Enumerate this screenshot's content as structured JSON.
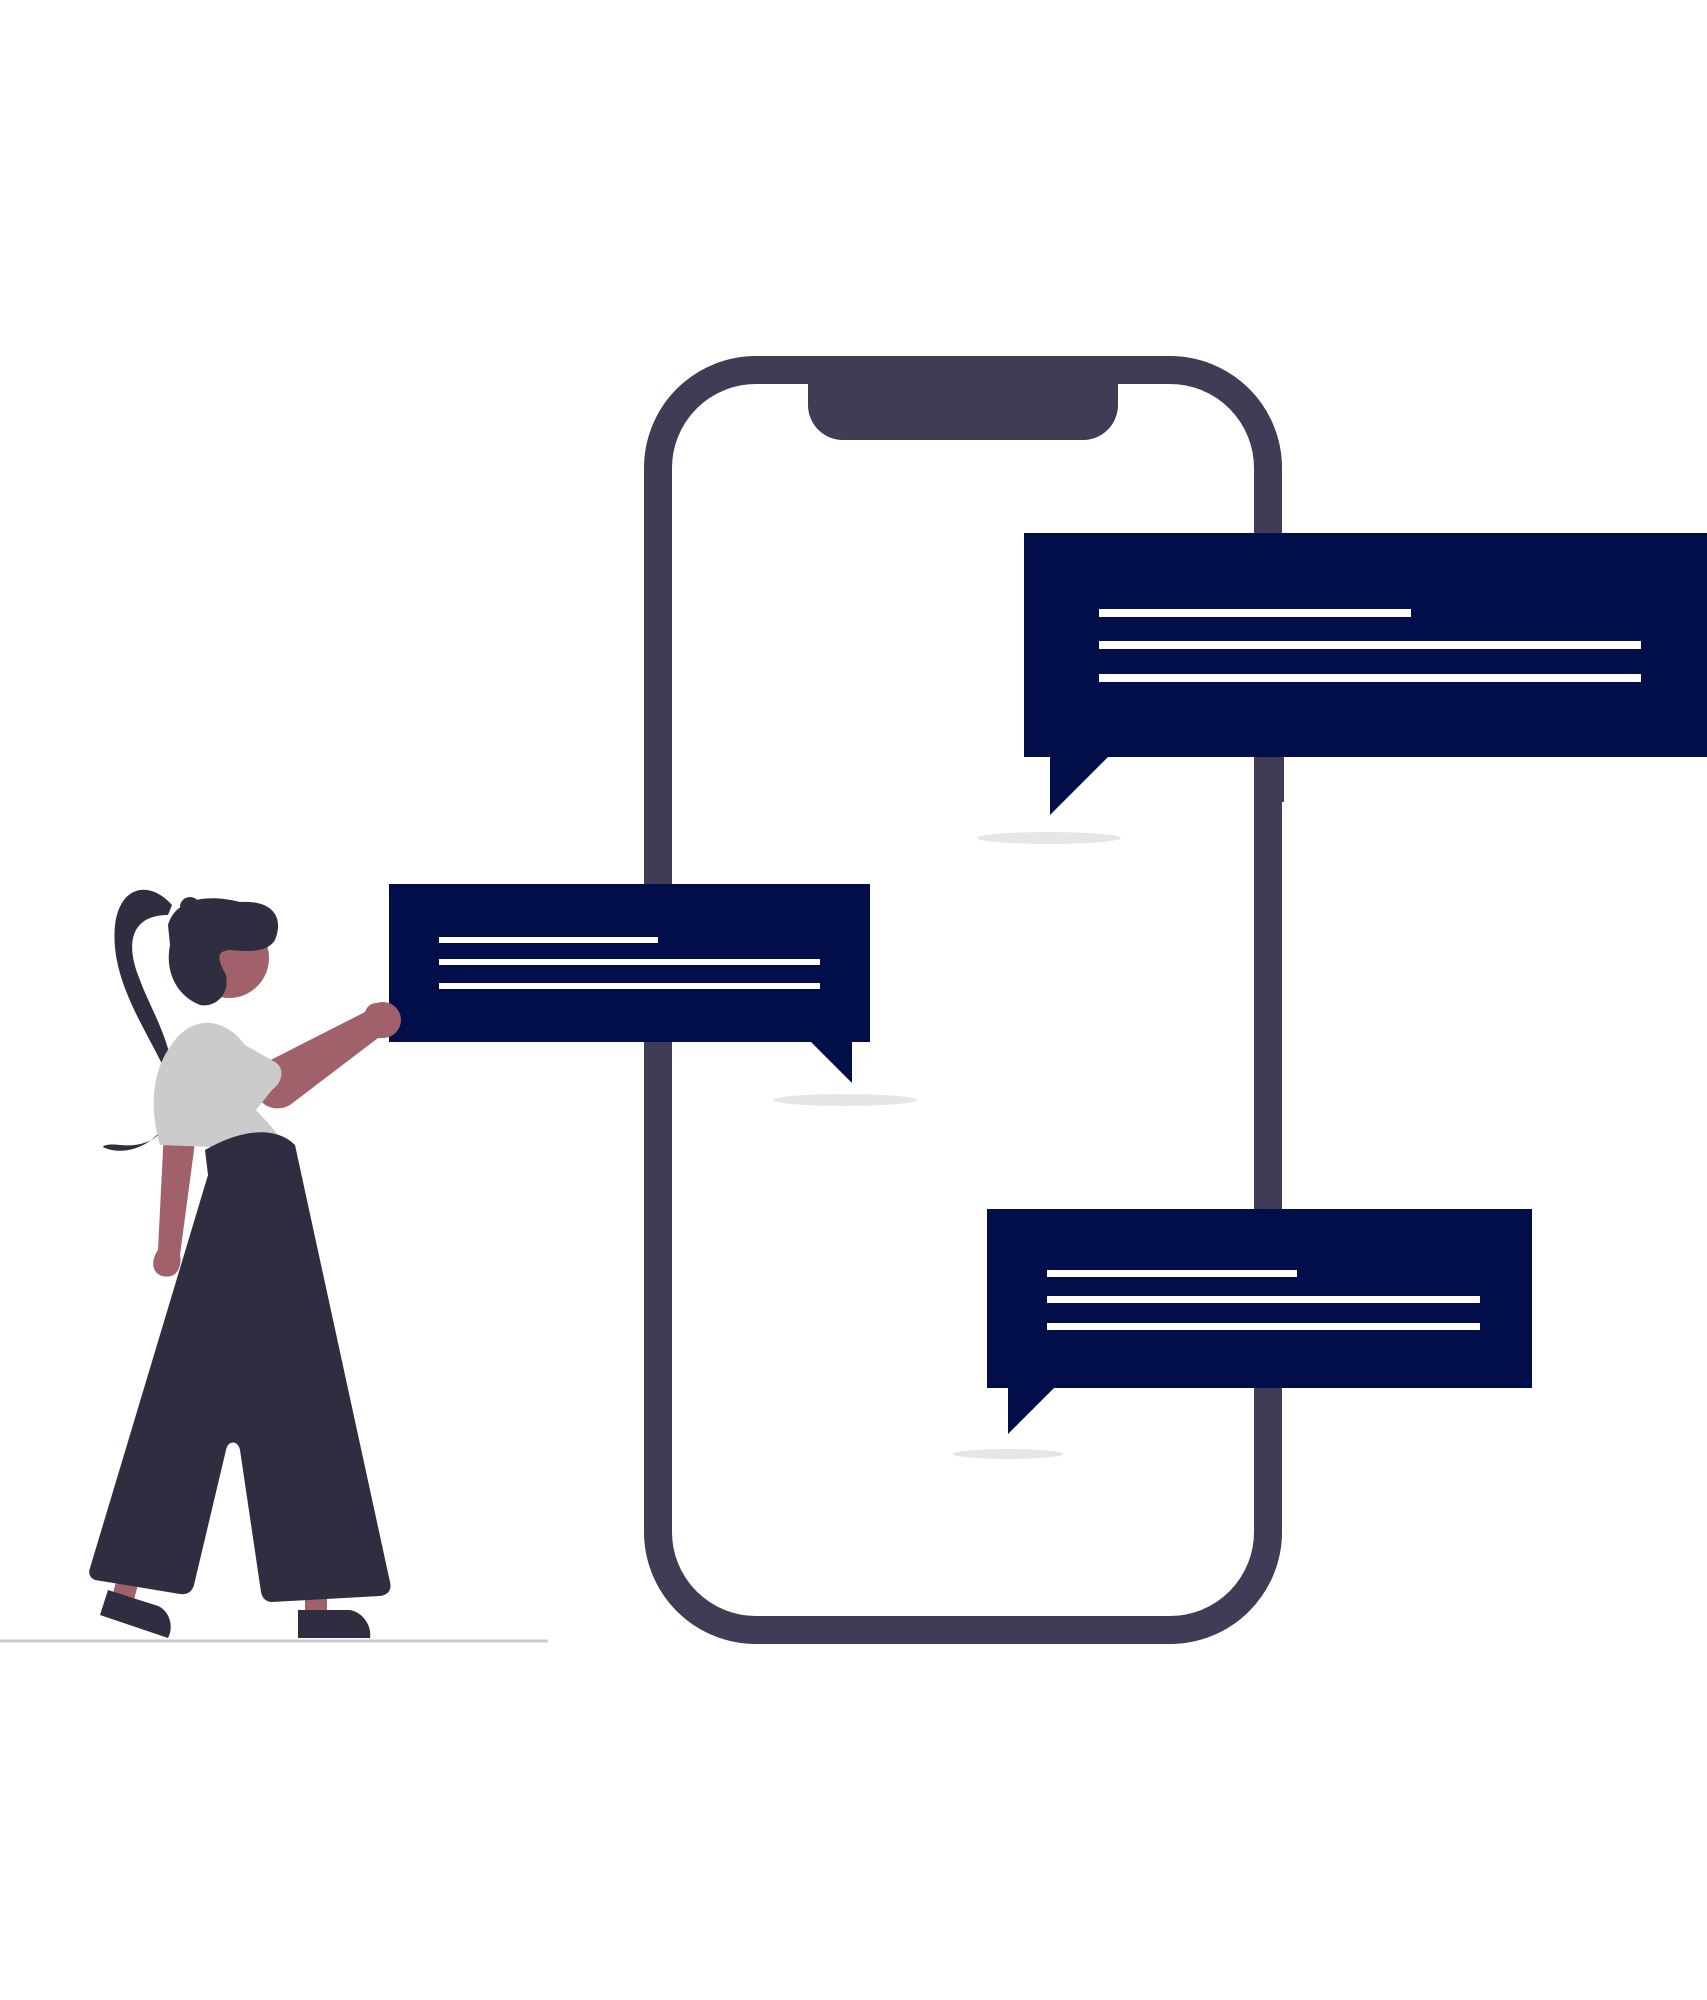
{
  "colors": {
    "phone_frame": "#3f3d56",
    "bubble": "#020e4a",
    "bubble_line": "#ffffff",
    "skin": "#a0616a",
    "hair": "#2f2e41",
    "pants": "#2f2e41",
    "shirt": "#cbcbcb",
    "shadow": "#e6e6e6",
    "ground": "#cacaca",
    "background": "#ffffff"
  },
  "bubbles": [
    {
      "id": "top-right",
      "lines": 3
    },
    {
      "id": "left",
      "lines": 3
    },
    {
      "id": "bottom-right",
      "lines": 3
    }
  ],
  "icons": [
    "smartphone-icon",
    "woman-figure",
    "chat-bubble-icon"
  ]
}
